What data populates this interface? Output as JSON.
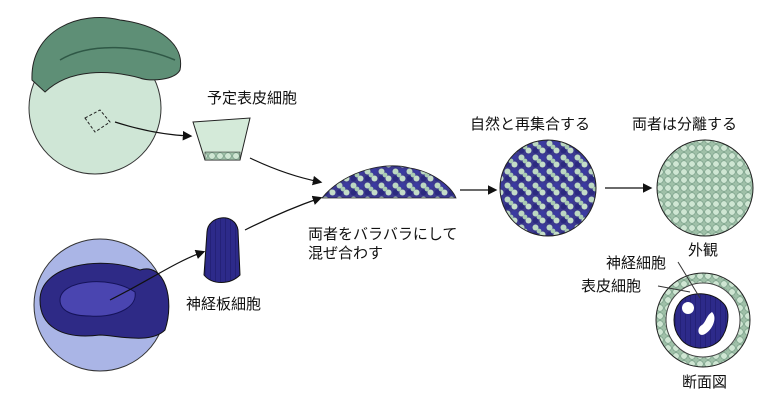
{
  "labels": {
    "presumptive_epidermis": "予定表皮細胞",
    "neural_plate": "神経板細胞",
    "mix_line1": "両者をバラバラにして",
    "mix_line2": "混ぜ合わす",
    "reaggregate": "自然と再集合する",
    "separate": "両者は分離する",
    "external_view": "外観",
    "neural_cells": "神経細胞",
    "epidermal_cells": "表皮細胞",
    "cross_section": "断面図"
  },
  "colors": {
    "epidermis_green": "#c9e2cf",
    "epidermis_dark": "#5f8f77",
    "neural_blue": "#2e2a86",
    "embryo_blue": "#a9b4e4"
  }
}
